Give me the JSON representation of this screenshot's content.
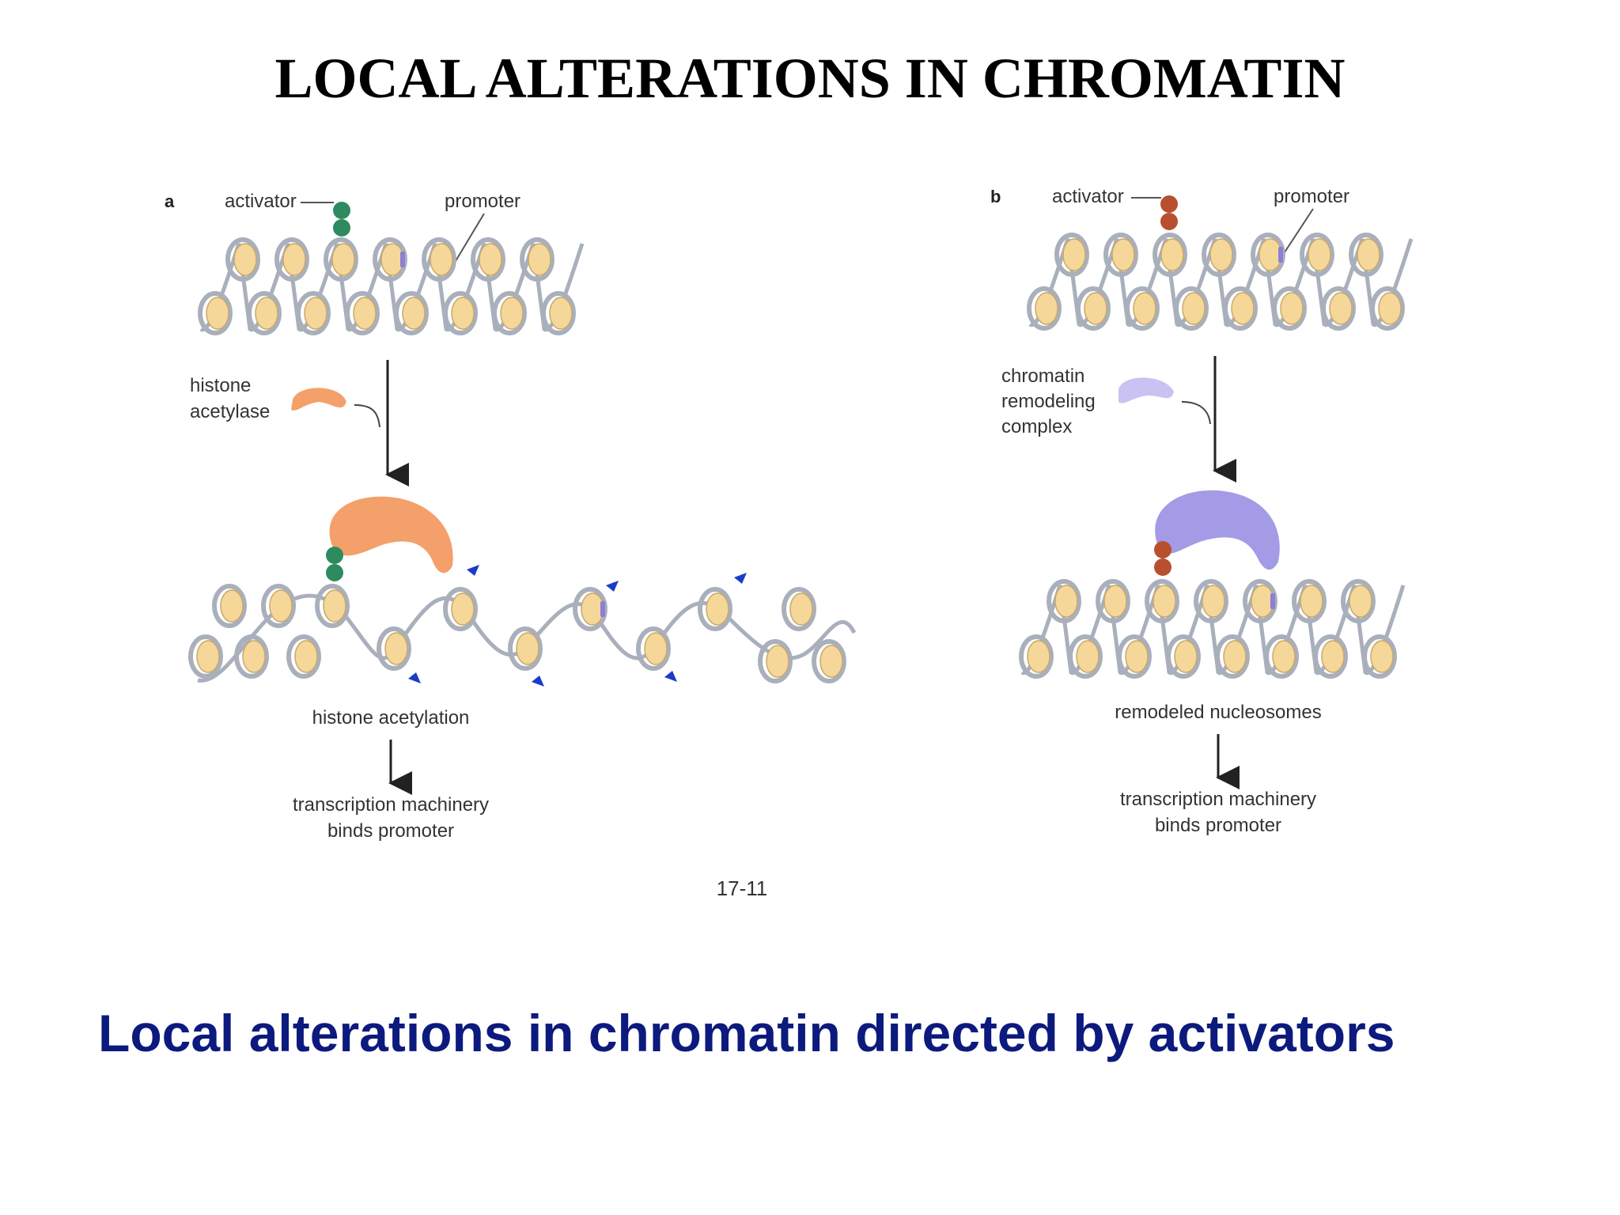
{
  "slide": {
    "title": "LOCAL ALTERATIONS IN CHROMATIN",
    "caption": "Local alterations in chromatin directed by activators",
    "figure_number": "17-11"
  },
  "panel_a": {
    "letter": "a",
    "activator_label": "activator",
    "promoter_label": "promoter",
    "enzyme_label_line1": "histone",
    "enzyme_label_line2": "acetylase",
    "result_label": "histone acetylation",
    "outcome_line1": "transcription machinery",
    "outcome_line2": "binds promoter"
  },
  "panel_b": {
    "letter": "b",
    "activator_label": "activator",
    "promoter_label": "promoter",
    "enzyme_label_line1": "chromatin",
    "enzyme_label_line2": "remodeling",
    "enzyme_label_line3": "complex",
    "result_label": "remodeled nucleosomes",
    "outcome_line1": "transcription machinery",
    "outcome_line2": "binds promoter"
  },
  "colors": {
    "nucleosome_fill": "#f6d79a",
    "dna_strand": "#a9b0bc",
    "activator_a": "#2e8a5f",
    "activator_b": "#b8502f",
    "acetylase": "#f4a06a",
    "remodeler": "#a39be6",
    "acetyl_mark": "#1a3cc8",
    "promoter_mark": "#8e7ed6",
    "caption": "#0c1a7e"
  }
}
